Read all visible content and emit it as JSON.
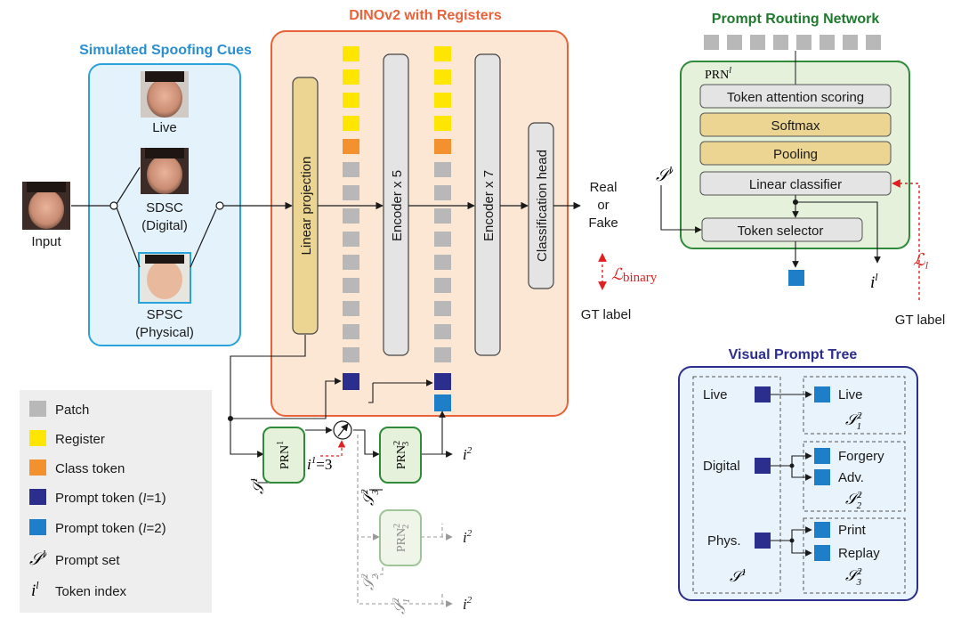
{
  "titles": {
    "dino": "DINOv2 with Registers",
    "spoof": "Simulated Spoofing Cues",
    "prn": "Prompt Routing Network",
    "tree": "Visual Prompt Tree"
  },
  "input_label": "Input",
  "spoof_cues": {
    "live": "Live",
    "sdsc_1": "SDSC",
    "sdsc_2": "(Digital)",
    "spsc_1": "SPSC",
    "spsc_2": "(Physical)"
  },
  "backbone": {
    "linear_projection": "Linear projection",
    "encoder_5": "Encoder x 5",
    "encoder_7": "Encoder x 7",
    "classification_head": "Classification head"
  },
  "output": {
    "real": "Real",
    "or": "or",
    "fake": "Fake",
    "loss_binary": "ℒ",
    "loss_binary_sub": "binary",
    "gt_label": "GT label"
  },
  "prn_block": {
    "name": "PRN",
    "name_sup": "l",
    "token_attention": "Token attention scoring",
    "softmax": "Softmax",
    "pooling": "Pooling",
    "linear_classifier": "Linear classifier",
    "token_selector": "Token selector",
    "s_label": "𝒮",
    "s_sup": "l",
    "i_label": "i",
    "i_sup": "l",
    "loss": "ℒ",
    "loss_sub": "l",
    "gt_label": "GT label"
  },
  "legend": {
    "patch": "Patch",
    "register": "Register",
    "class_token": "Class token",
    "prompt1": "Prompt token (",
    "prompt1_l": "l",
    "prompt1_end": "=1)",
    "prompt2": "Prompt token (",
    "prompt2_l": "l",
    "prompt2_end": "=2)",
    "prompt_set_sym": "𝒮",
    "prompt_set_sup": "l",
    "prompt_set": "Prompt set",
    "token_index_sym": "i",
    "token_index_sup": "l",
    "token_index": "Token index"
  },
  "routing": {
    "prn1": "PRN",
    "prn1_sup": "1",
    "prn3": "PRN",
    "prn3_sup": "2",
    "prn3_sub": "3",
    "prn2": "PRN",
    "prn2_sup": "2",
    "prn2_sub": "2",
    "s1": "𝒮",
    "s1_sup": "1",
    "s3": "𝒮",
    "s3_sup": "2",
    "s3_sub": "3",
    "s2": "𝒮",
    "s2_sup": "2",
    "s2_sub": "2",
    "s1b": "𝒮",
    "s1b_sup": "2",
    "s1b_sub": "1",
    "i_eq": "i",
    "i_eq_sup": "1",
    "i_eq_val": "=3",
    "i2": "i",
    "i2_sup": "2"
  },
  "tree": {
    "live": "Live",
    "digital": "Digital",
    "phys": "Phys.",
    "live_leaf": "Live",
    "forgery": "Forgery",
    "adv": "Adv.",
    "print": "Print",
    "replay": "Replay",
    "s21": "𝒮",
    "s21_sup": "2",
    "s21_sub": "1",
    "s22": "𝒮",
    "s22_sup": "2",
    "s22_sub": "2",
    "s23": "𝒮",
    "s23_sup": "2",
    "s23_sub": "3",
    "s1": "𝒮",
    "s1_sup": "1"
  },
  "colors": {
    "patch": "#b8b8b8",
    "register": "#ffe600",
    "class_token": "#f2912d",
    "prompt1": "#2b2e8c",
    "prompt2": "#1f7ec8",
    "dino_border": "#e8623a",
    "dino_fill": "#fce6d4",
    "spoof_border": "#29a3dc",
    "spoof_fill": "#e4f2fb",
    "prn_border": "#2f8a3a",
    "prn_fill": "#e6f1dc",
    "tree_border": "#2b2e8c",
    "tree_fill": "#e8f3fb",
    "tan": "#ecd593",
    "loss_red": "#e02020",
    "title_orange": "#e8623a",
    "title_blue": "#2a8fd0",
    "title_green": "#1f7a2e",
    "title_navy": "#2b2e8c"
  }
}
